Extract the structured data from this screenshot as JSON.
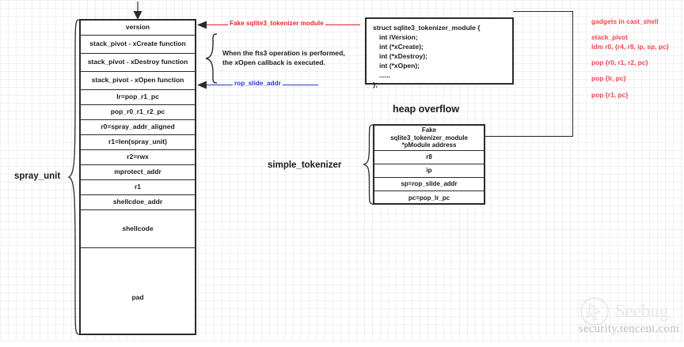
{
  "diagram": {
    "spray_unit_label": "spray_unit",
    "heap_overflow_label": "heap overflow",
    "simple_tokenizer_label": "simple_tokenizer",
    "spray_rows": [
      "version",
      "stack_pivot - xCreate function",
      "stack_pivot - xDestroy function",
      "stack_pivot - xOpen function",
      "lr=pop_r1_pc",
      "pop_r0_r1_r2_pc",
      "r0=spray_addr_aligned",
      "r1=len(spray_unit)",
      "r2=rwx",
      "mprotect_addr",
      "r1",
      "shellcdoe_addr",
      "shellcode",
      "pad"
    ],
    "struct_lines": [
      "struct sqlite3_tokenizer_module {",
      "int iVersion;",
      "int (*xCreate);",
      "int (*xDestroy);",
      "int (*xOpen);",
      "......",
      "};"
    ],
    "tokenizer_rows": [
      {
        "text": "Fake\nsqlite3_tokenizer_module\n*pModule address",
        "color": "red"
      },
      {
        "text": "r8",
        "color": "red"
      },
      {
        "text": "ip",
        "color": "black"
      },
      {
        "text": "sp=rop_slide_addr",
        "color": "black"
      },
      {
        "text": "pc=pop_lr_pc",
        "color": "black"
      }
    ],
    "annotations": {
      "fake_module_arrow": "Fake sqlite3_tokenizer module",
      "rop_slide_arrow": "rop_slide_addr",
      "note": "When the fts3 operation is performed,\nthe xOpen callback is executed."
    },
    "gadgets": {
      "title": "gadgets  in cast_shell",
      "items": [
        "stack_pivot\nldm r0, {r4, r8, ip, sp, pc}",
        "pop {r0, r1, r2, pc}",
        "pop {lr, pc}",
        "pop {r1, pc}"
      ]
    },
    "colors": {
      "red": "#e8262a",
      "blue": "#2b35d6",
      "gadget_red": "#f4464a",
      "stroke": "#2b2b2b"
    },
    "watermark": {
      "brand": "Seebug",
      "url": "security.tencent.com"
    }
  }
}
